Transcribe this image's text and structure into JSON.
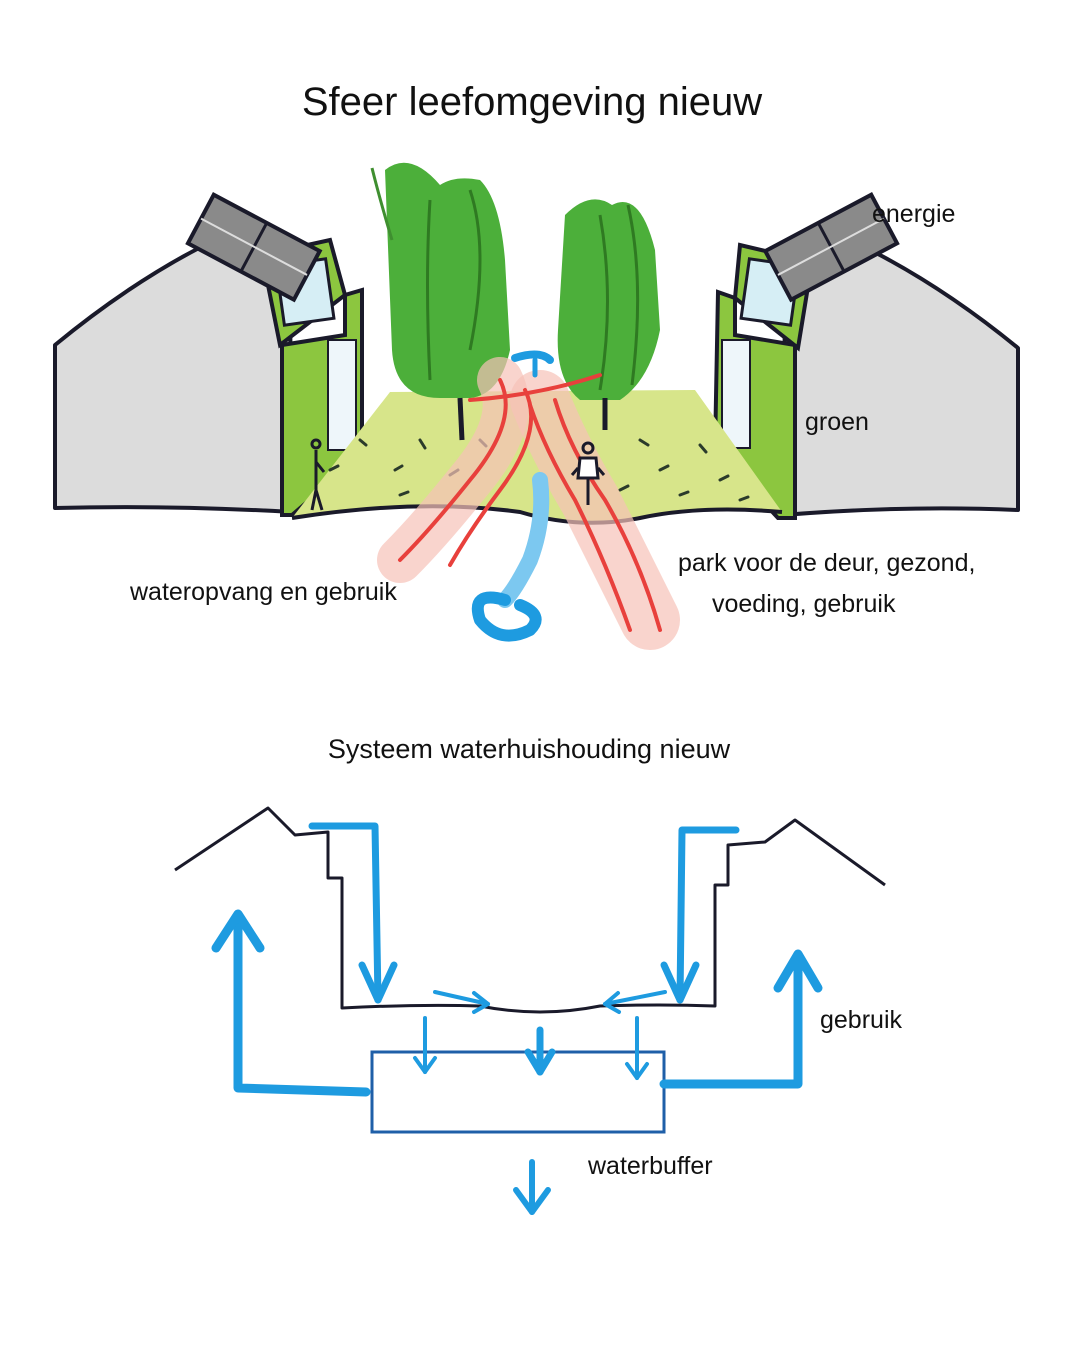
{
  "diagram": {
    "title": "Sfeer leefomgeving nieuw",
    "labels": {
      "energie": "energie",
      "groen": "groen",
      "wateropvang": "wateropvang en gebruik",
      "park_line1": "park voor de deur, gezond,",
      "park_line2": "voeding, gebruik"
    }
  },
  "system": {
    "title": "Systeem waterhuishouding nieuw",
    "labels": {
      "gebruik": "gebruik",
      "waterbuffer": "waterbuffer"
    }
  },
  "colors": {
    "house_grey": "#dcdcdc",
    "house_green": "#8cc63f",
    "tree_green": "#4caf3a",
    "park_yellow": "#d7e58a",
    "path_red": "#e8403c",
    "water_blue": "#1e9be0",
    "buffer_blue": "#1f5fa8",
    "ink": "#1a1a2a"
  }
}
